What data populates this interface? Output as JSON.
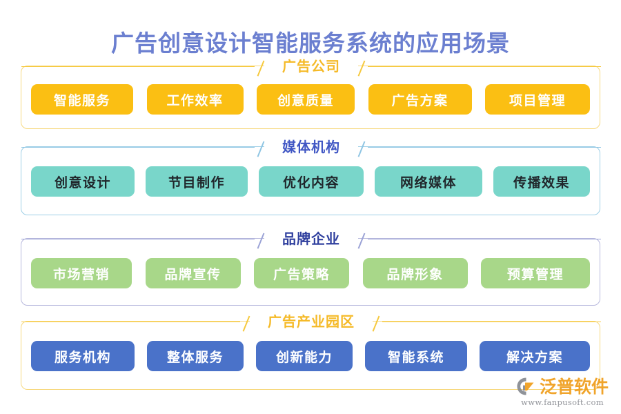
{
  "page": {
    "title": "广告创意设计智能服务系统的应用场景",
    "title_color": "#6b7fd0",
    "background": "#ffffff"
  },
  "sections": [
    {
      "id": "sec-1",
      "title": "广告公司",
      "title_color": "#f5ba28",
      "border_color": "#f7d97f",
      "chip_bg": "#fbbf13",
      "chip_text_color": "#ffffff",
      "items": [
        "智能服务",
        "工作效率",
        "创意质量",
        "广告方案",
        "项目管理"
      ]
    },
    {
      "id": "sec-2",
      "title": "媒体机构",
      "title_color": "#4157c4",
      "border_color": "#9ecfe6",
      "chip_bg": "#79d6ca",
      "chip_text_color": "#20262b",
      "items": [
        "创意设计",
        "节目制作",
        "优化内容",
        "网络媒体",
        "传播效果"
      ]
    },
    {
      "id": "sec-3",
      "title": "品牌企业",
      "title_color": "#2f3f9e",
      "border_color": "#b7b8dd",
      "chip_bg": "#a8d789",
      "chip_text_color": "#ffffff",
      "items": [
        "市场营销",
        "品牌宣传",
        "广告策略",
        "品牌形象",
        "预算管理"
      ]
    },
    {
      "id": "sec-4",
      "title": "广告产业园区",
      "title_color": "#f5ba28",
      "border_color": "#f7d97f",
      "chip_bg": "#4a72c9",
      "chip_text_color": "#ffffff",
      "items": [
        "服务机构",
        "整体服务",
        "创新能力",
        "智能系统",
        "解决方案"
      ]
    }
  ],
  "brand": {
    "name": "泛普软件",
    "url": "www.fanpusoft.com",
    "name_color": "#f0a020",
    "url_color": "#8e9096",
    "mark_icon": "fanpu-swoosh-logo-icon"
  }
}
